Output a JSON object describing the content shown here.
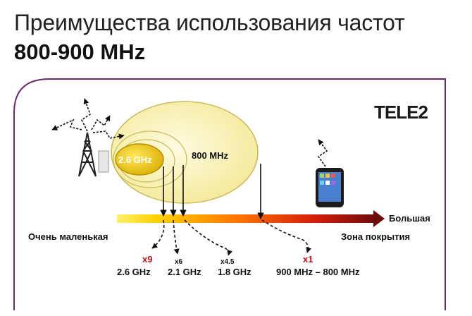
{
  "title": "Преимущества использования частот",
  "subtitle": "800-900 MHz",
  "logo": "TELE2",
  "circles": {
    "small": "2.6 GHz",
    "large": "800 MHz"
  },
  "axis": {
    "left_label": "Очень маленькая",
    "right_label_top": "Большая",
    "right_label_bottom": "Зона покрытия"
  },
  "bands": [
    {
      "multiplier": "x9",
      "freq": "2.6 GHz",
      "mult_color": "#c0101a"
    },
    {
      "multiplier": "x6",
      "freq": "2.1 GHz",
      "mult_color": "#111111"
    },
    {
      "multiplier": "x4.5",
      "freq": "1.8 GHz",
      "mult_color": "#111111"
    },
    {
      "multiplier": "x1",
      "freq": "900 MHz – 800 MHz",
      "mult_color": "#c0101a"
    }
  ],
  "colors": {
    "frame": "#6b2a6e",
    "bar_start": "#ffe400",
    "bar_end": "#7a0a0a",
    "circle_fill": "#fbf6c4",
    "small_circle_fill": "#f2d200"
  },
  "icons": [
    "cell-tower-icon",
    "smartphone-icon",
    "signal-arrow-icon"
  ]
}
